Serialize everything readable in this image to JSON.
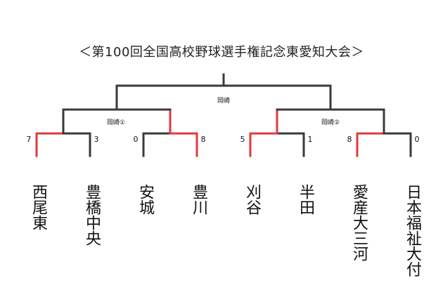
{
  "title": "＜第100回全国高校野球選手権記念東愛知大会＞",
  "colors": {
    "winner": "#e03a3e",
    "loser": "#3a3a3a"
  },
  "venues": {
    "final": "岡崎",
    "left_semi": "岡崎①",
    "right_semi": "岡崎②"
  },
  "teams": [
    "西尾東",
    "豊橋中央",
    "安城",
    "豊川",
    "刈谷",
    "半田",
    "愛産大三河",
    "日本福祉大付"
  ],
  "scores": [
    "7",
    "3",
    "0",
    "8",
    "5",
    "1",
    "8",
    "0"
  ],
  "first_round_winners": [
    0,
    3,
    4,
    6
  ],
  "semifinal_winners": [
    "right",
    "left"
  ]
}
